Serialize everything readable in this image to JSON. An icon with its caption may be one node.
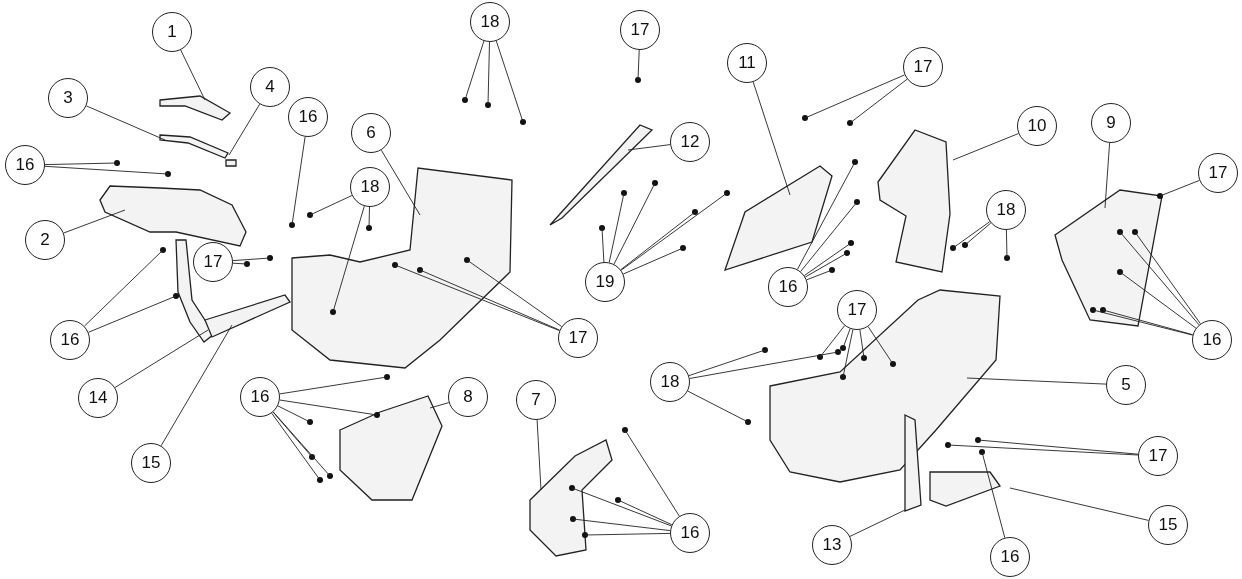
{
  "diagram": {
    "nodes": [
      {
        "text": [
          "1"
        ]
      },
      {
        "text": [
          "3"
        ]
      },
      {
        "text": [
          "4"
        ]
      },
      {
        "text": [
          "16"
        ]
      },
      {
        "text": [
          "16"
        ]
      },
      {
        "text": [
          "2"
        ]
      },
      {
        "text": [
          "6"
        ]
      },
      {
        "text": [
          "18"
        ]
      },
      {
        "text": [
          "17"
        ]
      },
      {
        "text": [
          "18"
        ]
      },
      {
        "text": [
          "17"
        ]
      },
      {
        "text": [
          "17"
        ]
      },
      {
        "text": [
          "12"
        ]
      },
      {
        "text": [
          "11"
        ]
      },
      {
        "text": [
          "19"
        ]
      },
      {
        "text": [
          "17"
        ]
      },
      {
        "text": [
          "10"
        ]
      },
      {
        "text": [
          "9"
        ]
      },
      {
        "text": [
          "17"
        ]
      },
      {
        "text": [
          "16"
        ]
      },
      {
        "text": [
          "18"
        ]
      },
      {
        "text": [
          "16"
        ]
      },
      {
        "text": [
          "14"
        ]
      },
      {
        "text": [
          "15"
        ]
      },
      {
        "text": [
          "16"
        ]
      },
      {
        "text": [
          "8"
        ]
      },
      {
        "text": [
          "7"
        ]
      },
      {
        "text": [
          "16"
        ]
      },
      {
        "text": [
          "17"
        ]
      },
      {
        "text": [
          "18"
        ]
      },
      {
        "text": [
          "5"
        ]
      },
      {
        "text": [
          "17"
        ]
      },
      {
        "text": [
          "15"
        ]
      },
      {
        "text": [
          "16"
        ]
      },
      {
        "text": [
          "13"
        ]
      },
      {
        "text": [
          "16"
        ]
      }
    ],
    "edges": [
      {
        "from": 0,
        "to": null,
        "arrow": "none"
      },
      {
        "from": 1,
        "to": null,
        "arrow": "none"
      },
      {
        "from": 2,
        "to": null,
        "arrow": "none"
      },
      {
        "from": 3,
        "to": null,
        "arrow": "none"
      },
      {
        "from": 3,
        "to": null,
        "arrow": "none"
      },
      {
        "from": 4,
        "to": null,
        "arrow": "none"
      },
      {
        "from": 5,
        "to": null,
        "arrow": "none"
      },
      {
        "from": 6,
        "to": null,
        "arrow": "none"
      },
      {
        "from": 7,
        "to": null,
        "arrow": "none"
      },
      {
        "from": 7,
        "to": null,
        "arrow": "none"
      },
      {
        "from": 7,
        "to": null,
        "arrow": "none"
      },
      {
        "from": 8,
        "to": null,
        "arrow": "none"
      },
      {
        "from": 8,
        "to": null,
        "arrow": "none"
      },
      {
        "from": 9,
        "to": null,
        "arrow": "none"
      },
      {
        "from": 9,
        "to": null,
        "arrow": "none"
      },
      {
        "from": 9,
        "to": null,
        "arrow": "none"
      },
      {
        "from": 10,
        "to": null,
        "arrow": "none"
      },
      {
        "from": 10,
        "to": null,
        "arrow": "none"
      },
      {
        "from": 10,
        "to": null,
        "arrow": "none"
      },
      {
        "from": 11,
        "to": null,
        "arrow": "none"
      },
      {
        "from": 12,
        "to": null,
        "arrow": "none"
      },
      {
        "from": 13,
        "to": null,
        "arrow": "none"
      },
      {
        "from": 14,
        "to": null,
        "arrow": "none"
      },
      {
        "from": 14,
        "to": null,
        "arrow": "none"
      },
      {
        "from": 14,
        "to": null,
        "arrow": "none"
      },
      {
        "from": 14,
        "to": null,
        "arrow": "none"
      },
      {
        "from": 14,
        "to": null,
        "arrow": "none"
      },
      {
        "from": 14,
        "to": null,
        "arrow": "none"
      },
      {
        "from": 15,
        "to": null,
        "arrow": "none"
      },
      {
        "from": 15,
        "to": null,
        "arrow": "none"
      },
      {
        "from": 16,
        "to": null,
        "arrow": "none"
      },
      {
        "from": 17,
        "to": null,
        "arrow": "none"
      },
      {
        "from": 18,
        "to": null,
        "arrow": "none"
      },
      {
        "from": 19,
        "to": null,
        "arrow": "none"
      },
      {
        "from": 19,
        "to": null,
        "arrow": "none"
      },
      {
        "from": 19,
        "to": null,
        "arrow": "none"
      },
      {
        "from": 19,
        "to": null,
        "arrow": "none"
      },
      {
        "from": 19,
        "to": null,
        "arrow": "none"
      },
      {
        "from": 20,
        "to": null,
        "arrow": "none"
      },
      {
        "from": 20,
        "to": null,
        "arrow": "none"
      },
      {
        "from": 20,
        "to": null,
        "arrow": "none"
      },
      {
        "from": 21,
        "to": null,
        "arrow": "none"
      },
      {
        "from": 21,
        "to": null,
        "arrow": "none"
      },
      {
        "from": 22,
        "to": null,
        "arrow": "none"
      },
      {
        "from": 23,
        "to": null,
        "arrow": "none"
      },
      {
        "from": 24,
        "to": null,
        "arrow": "none"
      },
      {
        "from": 24,
        "to": null,
        "arrow": "none"
      },
      {
        "from": 24,
        "to": null,
        "arrow": "none"
      },
      {
        "from": 24,
        "to": null,
        "arrow": "none"
      },
      {
        "from": 24,
        "to": null,
        "arrow": "none"
      },
      {
        "from": 24,
        "to": null,
        "arrow": "none"
      },
      {
        "from": 25,
        "to": null,
        "arrow": "none"
      },
      {
        "from": 26,
        "to": null,
        "arrow": "none"
      },
      {
        "from": 27,
        "to": null,
        "arrow": "none"
      },
      {
        "from": 27,
        "to": null,
        "arrow": "none"
      },
      {
        "from": 27,
        "to": null,
        "arrow": "none"
      },
      {
        "from": 27,
        "to": null,
        "arrow": "none"
      },
      {
        "from": 27,
        "to": null,
        "arrow": "none"
      },
      {
        "from": 28,
        "to": null,
        "arrow": "none"
      },
      {
        "from": 28,
        "to": null,
        "arrow": "none"
      },
      {
        "from": 28,
        "to": null,
        "arrow": "none"
      },
      {
        "from": 28,
        "to": null,
        "arrow": "none"
      },
      {
        "from": 28,
        "to": null,
        "arrow": "none"
      },
      {
        "from": 29,
        "to": null,
        "arrow": "none"
      },
      {
        "from": 29,
        "to": null,
        "arrow": "none"
      },
      {
        "from": 29,
        "to": null,
        "arrow": "none"
      },
      {
        "from": 30,
        "to": null,
        "arrow": "none"
      },
      {
        "from": 31,
        "to": null,
        "arrow": "none"
      },
      {
        "from": 31,
        "to": null,
        "arrow": "none"
      },
      {
        "from": 32,
        "to": null,
        "arrow": "none"
      },
      {
        "from": 33,
        "to": null,
        "arrow": "none"
      },
      {
        "from": 34,
        "to": null,
        "arrow": "none"
      },
      {
        "from": 35,
        "to": null,
        "arrow": "none"
      },
      {
        "from": 35,
        "to": null,
        "arrow": "none"
      },
      {
        "from": 35,
        "to": null,
        "arrow": "none"
      },
      {
        "from": 35,
        "to": null,
        "arrow": "none"
      },
      {
        "from": 35,
        "to": null,
        "arrow": "none"
      }
    ]
  }
}
